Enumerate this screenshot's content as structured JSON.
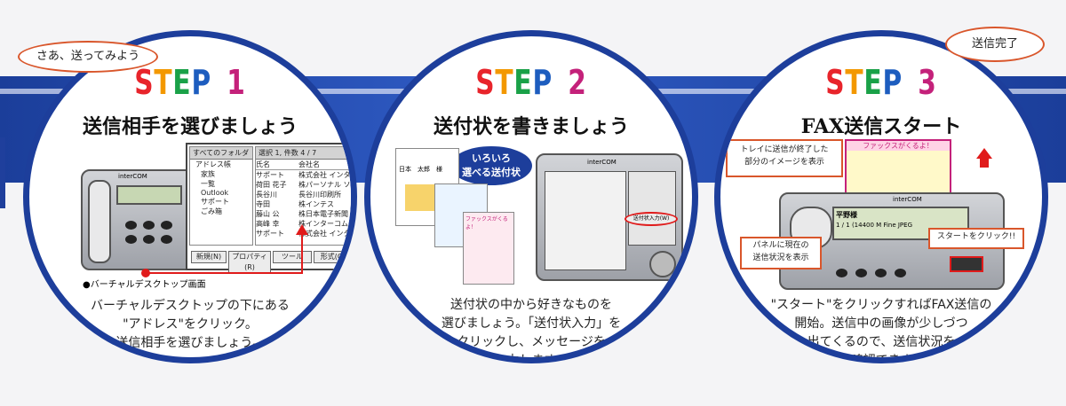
{
  "bubbles": {
    "left": "さあ、送ってみよう",
    "right": "送信完了"
  },
  "step_word": "STEP",
  "steps": [
    {
      "number": "1",
      "title": "送信相手を選びましょう",
      "desc": [
        "バーチャルデスクトップの下にある",
        "\"アドレス\"をクリック。",
        "送信相手を選びましょう。"
      ],
      "caption": "●バーチャルデスクトップ画面",
      "mock": {
        "brand": "interCOM",
        "folder_header": "すべてのフォルダ",
        "folders": [
          "アドレス帳",
          "家族",
          "一覧",
          "Outlook",
          "サポート",
          "ごみ箱"
        ],
        "list_header": "選択 1, 件数 4 / 7",
        "col_name": "氏名",
        "col_company": "会社名",
        "rows": [
          [
            "サポート",
            "株式会社 インタ"
          ],
          [
            "荷田 花子",
            "株パーソナル ソ"
          ],
          [
            "長谷川",
            "長谷川印刷所"
          ],
          [
            "寺田",
            "株インテス"
          ],
          [
            "藤山 公",
            "株日本電子新聞"
          ],
          [
            "高峰 幸",
            "株インターコム"
          ],
          [
            "サポート",
            "株式会社 インタ"
          ]
        ],
        "buttons": [
          "新規(N)",
          "プロパティ(R)",
          "ツール",
          "形式(G)"
        ]
      }
    },
    {
      "number": "2",
      "title": "送付状を書きましょう",
      "desc": [
        "送付状の中から好きなものを",
        "選びましょう。「送付状入力」を",
        "クリックし、メッセージを",
        "入力します。"
      ],
      "badge": [
        "いろいろ",
        "選べる送付状"
      ],
      "mock": {
        "brand": "interCOM",
        "doc_line": "日本　太郎　様",
        "doc_caption": "ファックスがくるよ！",
        "button": "送付状入力(W)"
      }
    },
    {
      "number": "3",
      "title": "FAX送信スタート",
      "desc": [
        "\"スタート\"をクリックすればFAX送信の",
        "開始。送信中の画像が少しづつ",
        "出てくるので、送信状況を",
        "目で確認できます。"
      ],
      "callouts": {
        "tray": [
          "トレイに送信が終了した",
          "部分のイメージを表示"
        ],
        "panel": [
          "パネルに現在の",
          "送信状況を表示"
        ],
        "start": "スタートをクリック!!"
      },
      "mock": {
        "brand": "interCOM",
        "paper_title": "ファックスがくるよ！",
        "lcd_name": "平野様",
        "lcd_status": "1 / 1 (14400 M Fine JPEG"
      }
    }
  ],
  "colors": {
    "S": "#e8242b",
    "T": "#f39800",
    "E": "#1aa148",
    "P": "#1d5dbf",
    "num": "#c4217a",
    "border": "#1d3e9b"
  }
}
